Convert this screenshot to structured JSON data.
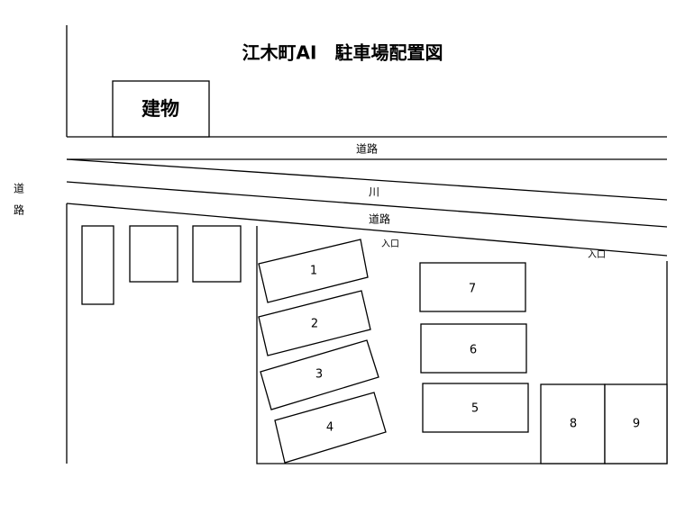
{
  "title": "江木町AI　駐車場配置図",
  "building_label": "建物",
  "road_label": "道路",
  "river_label": "川",
  "left_road_chars": [
    "道",
    "路"
  ],
  "entrance_label": "入口",
  "parking_spaces": [
    "1",
    "2",
    "3",
    "4",
    "5",
    "6",
    "7",
    "8",
    "9"
  ]
}
